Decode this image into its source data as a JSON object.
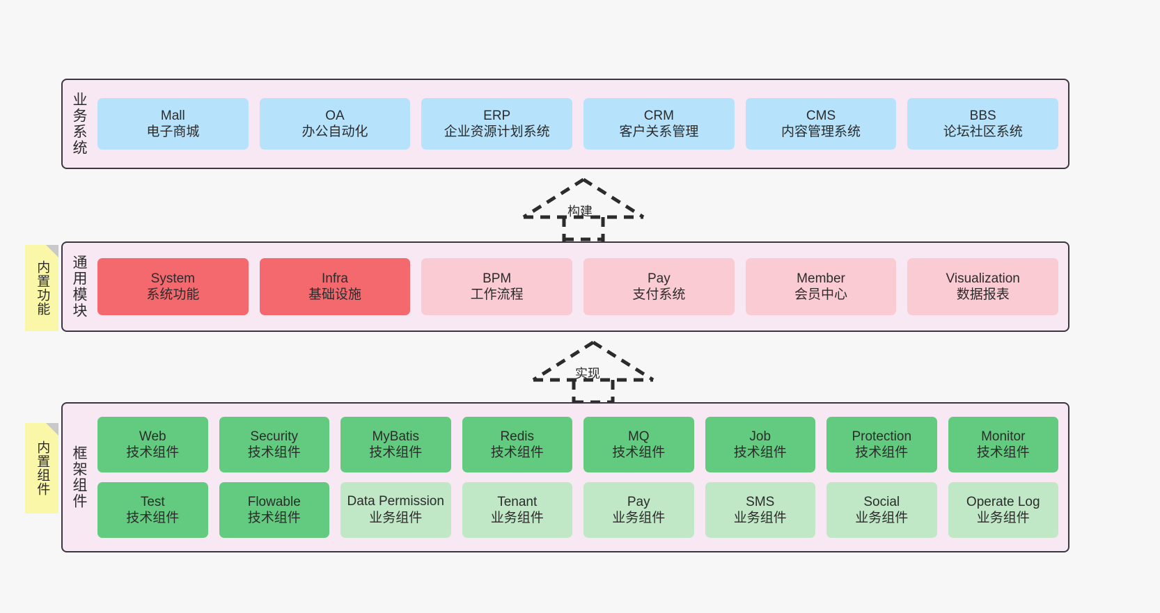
{
  "diagram": {
    "background_color": "#f7f7f7",
    "layer_fill": "#f8e8f4",
    "layer_border": "#3b3541",
    "note_color": "#fbf7a8"
  },
  "layers": [
    {
      "id": "business-systems",
      "title": "业务系统",
      "card_color": "#b6e3fb",
      "rows": [
        {
          "cards": [
            {
              "en": "Mall",
              "cn": "电子商城"
            },
            {
              "en": "OA",
              "cn": "办公自动化"
            },
            {
              "en": "ERP",
              "cn": "企业资源计划系统"
            },
            {
              "en": "CRM",
              "cn": "客户关系管理"
            },
            {
              "en": "CMS",
              "cn": "内容管理系统"
            },
            {
              "en": "BBS",
              "cn": "论坛社区系统"
            }
          ]
        }
      ]
    },
    {
      "id": "common-modules",
      "title": "通用模块",
      "card_color_strong": "#f3696e",
      "card_color_light": "#fbcbd4",
      "rows": [
        {
          "cards": [
            {
              "en": "System",
              "cn": "系统功能",
              "variant": "mod-strong"
            },
            {
              "en": "Infra",
              "cn": "基础设施",
              "variant": "mod-strong"
            },
            {
              "en": "BPM",
              "cn": "工作流程",
              "variant": "mod-light"
            },
            {
              "en": "Pay",
              "cn": "支付系统",
              "variant": "mod-light"
            },
            {
              "en": "Member",
              "cn": "会员中心",
              "variant": "mod-light"
            },
            {
              "en": "Visualization",
              "cn": "数据报表",
              "variant": "mod-light"
            }
          ]
        }
      ]
    },
    {
      "id": "framework-components",
      "title": "框架组件",
      "card_color_tech": "#63cb80",
      "card_color_biz": "#c0e8c7",
      "rows": [
        {
          "cards": [
            {
              "en": "Web",
              "cn": "技术组件",
              "variant": "tech"
            },
            {
              "en": "Security",
              "cn": "技术组件",
              "variant": "tech"
            },
            {
              "en": "MyBatis",
              "cn": "技术组件",
              "variant": "tech"
            },
            {
              "en": "Redis",
              "cn": "技术组件",
              "variant": "tech"
            },
            {
              "en": "MQ",
              "cn": "技术组件",
              "variant": "tech"
            },
            {
              "en": "Job",
              "cn": "技术组件",
              "variant": "tech"
            },
            {
              "en": "Protection",
              "cn": "技术组件",
              "variant": "tech"
            },
            {
              "en": "Monitor",
              "cn": "技术组件",
              "variant": "tech"
            }
          ]
        },
        {
          "cards": [
            {
              "en": "Test",
              "cn": "技术组件",
              "variant": "tech"
            },
            {
              "en": "Flowable",
              "cn": "技术组件",
              "variant": "tech"
            },
            {
              "en": "Data Permission",
              "cn": "业务组件",
              "variant": "biz"
            },
            {
              "en": "Tenant",
              "cn": "业务组件",
              "variant": "biz"
            },
            {
              "en": "Pay",
              "cn": "业务组件",
              "variant": "biz"
            },
            {
              "en": "SMS",
              "cn": "业务组件",
              "variant": "biz"
            },
            {
              "en": "Social",
              "cn": "业务组件",
              "variant": "biz"
            },
            {
              "en": "Operate Log",
              "cn": "业务组件",
              "variant": "biz"
            }
          ]
        }
      ]
    }
  ],
  "notes": [
    {
      "id": "note-builtin-features",
      "text": "内置功能"
    },
    {
      "id": "note-builtin-components",
      "text": "内置组件"
    }
  ],
  "connectors": [
    {
      "id": "connector-build",
      "label": "构建",
      "style": "dashed-hollow-arrow-up"
    },
    {
      "id": "connector-implement",
      "label": "实现",
      "style": "dashed-hollow-arrow-up"
    }
  ]
}
